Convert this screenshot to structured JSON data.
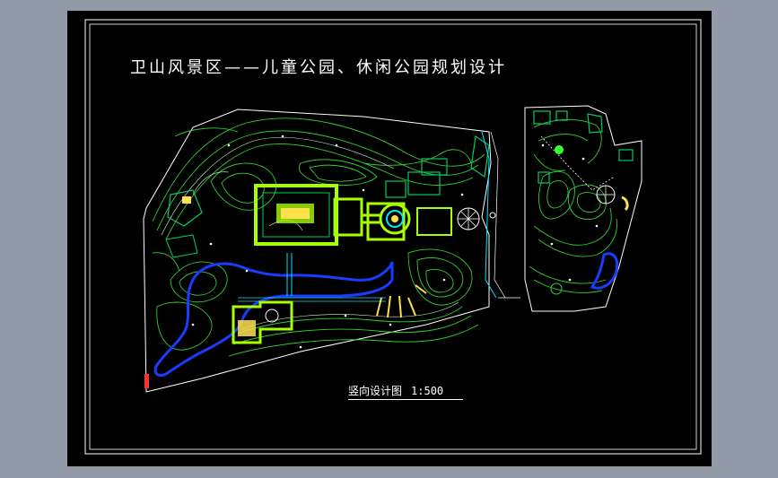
{
  "drawing": {
    "title": "卫山风景区——儿童公园、休闲公园规划设计",
    "caption_label": "竖向设计图",
    "caption_scale": "1:500"
  },
  "colors": {
    "canvas_bg": "#929aa8",
    "sheet_bg": "#000000",
    "frame": "#ffffff",
    "contour": "#33cc33",
    "contour_light": "#ccffcc",
    "water_edge": "#1a3cff",
    "plaza_fill": "#a8ff00",
    "building": "#00cc66",
    "path": "#00e5ff",
    "highlight": "#ffe14d",
    "accent_red": "#ff3030"
  }
}
